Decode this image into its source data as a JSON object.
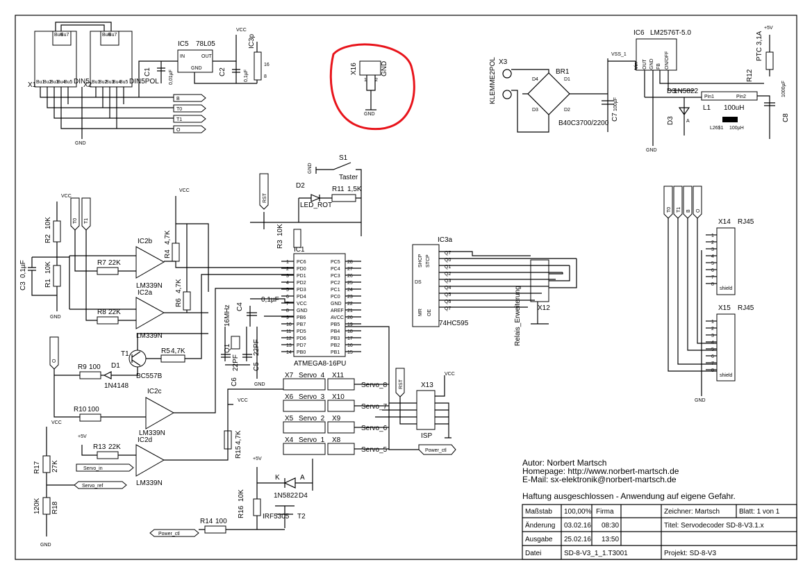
{
  "connectors": {
    "x1": {
      "ref": "X1",
      "type": "DIN5POL",
      "top_pins": [
        "Bu6",
        "Bu7"
      ],
      "bottom_pins": [
        "Bu1",
        "Bu2",
        "Bu3",
        "Bu4",
        "Bu5"
      ]
    },
    "x2": {
      "ref": "X2",
      "type": "DIN5POL",
      "top_pins": [
        "Bu6",
        "Bu7"
      ],
      "bottom_pins": [
        "Bu1",
        "Bu2",
        "Bu3",
        "Bu4",
        "Bu5"
      ]
    },
    "x3": {
      "ref": "X3",
      "type": "KLEMME2POL"
    },
    "x16": {
      "ref": "X16",
      "pin_label": "GND",
      "pins": [
        "1",
        "2"
      ]
    },
    "x14": {
      "ref": "X14",
      "type": "RJ45",
      "shield": "shield",
      "pins": [
        "1",
        "2",
        "3",
        "4",
        "5",
        "6",
        "7",
        "8"
      ]
    },
    "x15": {
      "ref": "X15",
      "type": "RJ45",
      "shield": "shield",
      "pins": [
        "1",
        "2",
        "3",
        "4",
        "5",
        "6",
        "7",
        "8"
      ]
    },
    "x12": {
      "ref": "X12",
      "label": "Relais_Erweiterung"
    },
    "x13": {
      "ref": "X13",
      "label": "ISP"
    }
  },
  "bus_labels": {
    "b": "B",
    "t0": "T0",
    "t1": "T1",
    "o": "O",
    "rst": "RST",
    "power_ctl": "Power_ctl",
    "servo_in": "Servo_in",
    "servo_ref": "Servo_ref"
  },
  "supplies": {
    "vcc": "VCC",
    "gnd": "GND",
    "plus5v": "+5V",
    "vss1": "VSS_1"
  },
  "power": {
    "ic5": {
      "ref": "IC5",
      "part": "78L05",
      "pin_in": "IN",
      "pin_out": "OUT",
      "pin_gnd": "GND"
    },
    "c1": {
      "ref": "C1",
      "value": "0,01µF"
    },
    "c2": {
      "ref": "C2",
      "value": "0,1µF"
    },
    "ic3p": {
      "ref": "IC3p",
      "pins": [
        "16",
        "8"
      ]
    },
    "ic6": {
      "ref": "IC6",
      "part": "LM2576T-5.0",
      "pins": [
        "Vin",
        "OUT",
        "GND",
        "FB",
        "ON/OFF"
      ]
    },
    "br1": {
      "ref": "BR1",
      "part": "B40C3700/2200",
      "diodes": [
        "D1",
        "D2",
        "D3",
        "D4"
      ]
    },
    "c7": {
      "ref": "C7",
      "value": "100µF"
    },
    "d3": {
      "ref": "D3",
      "part": "1N5822",
      "pin_a": "A"
    },
    "l1": {
      "ref": "L1",
      "value": "100uH",
      "pin1": "Pin1",
      "pin2": "Pin2",
      "part": "L26$1",
      "part_value": "100µH"
    },
    "c8": {
      "ref": "C8",
      "value": "1000µF"
    },
    "r12": {
      "ref": "R12",
      "part": "PTC 3,1A"
    }
  },
  "mcu": {
    "ref": "IC1",
    "part": "ATMEGA8-16PU",
    "left_pins": [
      {
        "name": "PC6",
        "num": "1"
      },
      {
        "name": "PD0",
        "num": "2"
      },
      {
        "name": "PD1",
        "num": "3"
      },
      {
        "name": "PD2",
        "num": "4"
      },
      {
        "name": "PD3",
        "num": "5"
      },
      {
        "name": "PD4",
        "num": "6"
      },
      {
        "name": "VCC",
        "num": "7"
      },
      {
        "name": "GND",
        "num": "8"
      },
      {
        "name": "PB6",
        "num": "9"
      },
      {
        "name": "PB7",
        "num": "10"
      },
      {
        "name": "PD5",
        "num": "11"
      },
      {
        "name": "PD6",
        "num": "12"
      },
      {
        "name": "PD7",
        "num": "13"
      },
      {
        "name": "PB0",
        "num": "14"
      }
    ],
    "right_pins": [
      {
        "name": "PC5",
        "num": "28"
      },
      {
        "name": "PC4",
        "num": "27"
      },
      {
        "name": "PC3",
        "num": "26"
      },
      {
        "name": "PC2",
        "num": "25"
      },
      {
        "name": "PC1",
        "num": "24"
      },
      {
        "name": "PC0",
        "num": "23"
      },
      {
        "name": "GND",
        "num": "22"
      },
      {
        "name": "AREF",
        "num": "21"
      },
      {
        "name": "AVCC",
        "num": "20"
      },
      {
        "name": "PB5",
        "num": "19"
      },
      {
        "name": "PB4",
        "num": "18"
      },
      {
        "name": "PB3",
        "num": "17"
      },
      {
        "name": "PB2",
        "num": "16"
      },
      {
        "name": "PB1",
        "num": "15"
      }
    ]
  },
  "shift_register": {
    "ref": "IC3a",
    "part": "74HC595",
    "left_pins": [
      "SHCP",
      "STCP",
      "DS",
      "MR",
      "OE"
    ],
    "outputs": [
      "Q7",
      "Q0",
      "Q1",
      "Q2",
      "Q3",
      "Q4",
      "Q5",
      "Q6",
      "Q7"
    ]
  },
  "parts": {
    "s1": {
      "ref": "S1",
      "label": "Taster"
    },
    "d2": {
      "ref": "D2",
      "label": "LED_ROT"
    },
    "r11": {
      "ref": "R11",
      "value": "1,5K"
    },
    "r3": {
      "ref": "R3",
      "value": "10K"
    },
    "r2": {
      "ref": "R2",
      "value": "10K"
    },
    "r1": {
      "ref": "R1",
      "value": "10K"
    },
    "c3": {
      "ref": "C3",
      "value": "0,1µF"
    },
    "r7": {
      "ref": "R7",
      "value": "22K"
    },
    "r8": {
      "ref": "R8",
      "value": "22K"
    },
    "r4": {
      "ref": "R4",
      "value": "4,7K"
    },
    "r6": {
      "ref": "R6",
      "value": "4,7K"
    },
    "r5": {
      "ref": "R5",
      "value": "4,7K"
    },
    "ic2b": {
      "ref": "IC2b",
      "part": "LM339N"
    },
    "ic2a": {
      "ref": "IC2a",
      "part": "LM339N"
    },
    "ic2c": {
      "ref": "IC2c",
      "part": "LM339N"
    },
    "ic2d": {
      "ref": "IC2d",
      "part": "LM339N"
    },
    "t1": {
      "ref": "T1",
      "part": "BC557B"
    },
    "r9": {
      "ref": "R9",
      "value": "100"
    },
    "d1": {
      "ref": "D1",
      "part": "1N4148"
    },
    "r10": {
      "ref": "R10",
      "value": "100"
    },
    "r13": {
      "ref": "R13",
      "value": "22K"
    },
    "r15": {
      "ref": "R15",
      "value": "4,7K"
    },
    "r17": {
      "ref": "R17",
      "value": "27K"
    },
    "r18": {
      "ref": "R18",
      "value": "120K"
    },
    "q1": {
      "ref": "Q1",
      "value": "16MHz"
    },
    "c4": {
      "ref": "C4",
      "value": "0,1µF"
    },
    "c5": {
      "ref": "C5",
      "value": "22PF"
    },
    "c6": {
      "ref": "C6",
      "value": "22PF"
    },
    "d4": {
      "ref": "D4",
      "part": "1N5822",
      "pin_k": "K",
      "pin_a": "A"
    },
    "t2": {
      "ref": "T2",
      "part": "IRF5305"
    },
    "r16": {
      "ref": "R16",
      "value": "10K"
    },
    "r14": {
      "ref": "R14",
      "value": "100"
    }
  },
  "servos": [
    {
      "conn": "X7",
      "label": "Servo_4",
      "pair": "X11",
      "side_label": "Servo_8"
    },
    {
      "conn": "X6",
      "label": "Servo_3",
      "pair": "X10",
      "side_label": "Servo_7"
    },
    {
      "conn": "X5",
      "label": "Servo_2",
      "pair": "X9",
      "side_label": "Servo_6"
    },
    {
      "conn": "X4",
      "label": "Servo_1",
      "pair": "X8",
      "side_label": "Servo_5"
    }
  ],
  "author": {
    "line1": "Autor: Norbert Martsch",
    "line2": "Homepage: http://www.norbert-martsch.de",
    "line3": "E-Mail: sx-elektronik@norbert-martsch.de",
    "disclaimer": "Haftung ausgeschlossen - Anwendung auf eigene Gefahr."
  },
  "title_block": {
    "massstab_label": "Maßstab",
    "massstab_value": "100,00%",
    "firma_label": "Firma",
    "zeichner": "Zeichner: Martsch",
    "blatt": "Blatt: 1 von 1",
    "aenderung_label": "Änderung",
    "aenderung_date": "03.02.16",
    "aenderung_time": "08:30",
    "titel": "Titel: Servodecoder SD-8-V3.1.x",
    "ausgabe_label": "Ausgabe",
    "ausgabe_date": "25.02.16",
    "ausgabe_time": "13:50",
    "datei_label": "Datei",
    "datei_value": "SD-8-V3_1_1.T3001",
    "projekt": "Projekt: SD-8-V3"
  },
  "colors": {
    "ink": "#000000",
    "highlight": "#e8141b"
  }
}
